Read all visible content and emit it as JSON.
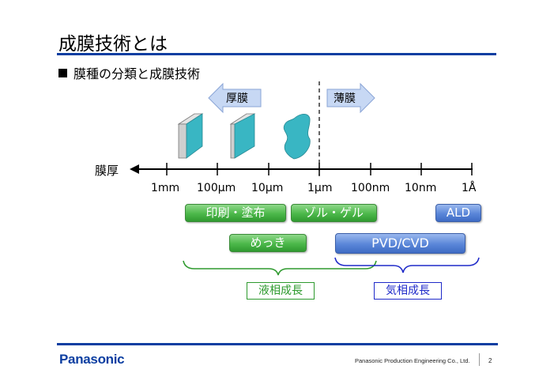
{
  "slide": {
    "title": "成膜技術とは",
    "bullet": "膜種の分類と成膜技術"
  },
  "diagram": {
    "axis_label": "膜厚",
    "ticks": [
      "1mm",
      "100μm",
      "10μm",
      "1μm",
      "100nm",
      "10nm",
      "1Å"
    ],
    "thick_label": "厚膜",
    "thin_label": "薄膜",
    "methods": {
      "printing": "印刷・塗布",
      "sol_gel": "ゾル・ゲル",
      "ald": "ALD",
      "plating": "めっき",
      "pvd_cvd": "PVD/CVD"
    },
    "groups": {
      "liquid": "液相成長",
      "vapor": "気相成長"
    },
    "colors": {
      "title_rule": "#0b3ea1",
      "green_brace": "#2e9a2e",
      "blue_brace": "#1f2ac9",
      "arrow_fill": "#c7d8f4",
      "film_cyan": "#39b6c3"
    }
  },
  "footer": {
    "logo": "Panasonic",
    "company": "Panasonic Production Engineering Co., Ltd.",
    "page": "2"
  }
}
